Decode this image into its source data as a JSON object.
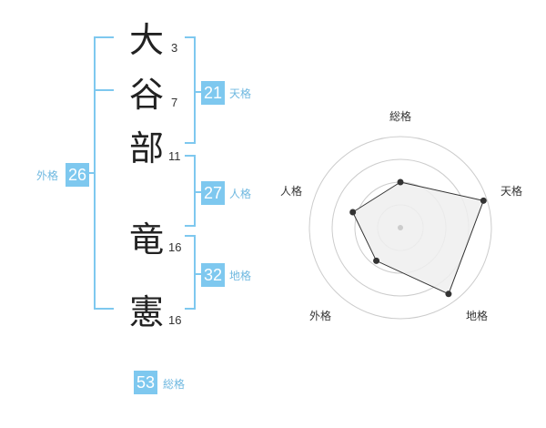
{
  "name": {
    "chars": [
      {
        "char": "大",
        "strokes": "3"
      },
      {
        "char": "谷",
        "strokes": "7"
      },
      {
        "char": "部",
        "strokes": "11"
      },
      {
        "char": "竜",
        "strokes": "16"
      },
      {
        "char": "憲",
        "strokes": "16"
      }
    ]
  },
  "kakusu": {
    "tenkaku": {
      "value": "21",
      "label": "天格"
    },
    "jinkaku": {
      "value": "27",
      "label": "人格"
    },
    "chikaku": {
      "value": "32",
      "label": "地格"
    },
    "gaikaku": {
      "value": "26",
      "label": "外格"
    },
    "soukaku": {
      "value": "53",
      "label": "総格"
    }
  },
  "radar": {
    "axes": [
      "総格",
      "天格",
      "地格",
      "外格",
      "人格"
    ],
    "values": [
      0.5,
      0.96,
      0.9,
      0.45,
      0.55
    ],
    "colors": {
      "fill": "#efefef",
      "stroke": "#333333",
      "ring": "#cccccc",
      "point": "#333333"
    }
  }
}
